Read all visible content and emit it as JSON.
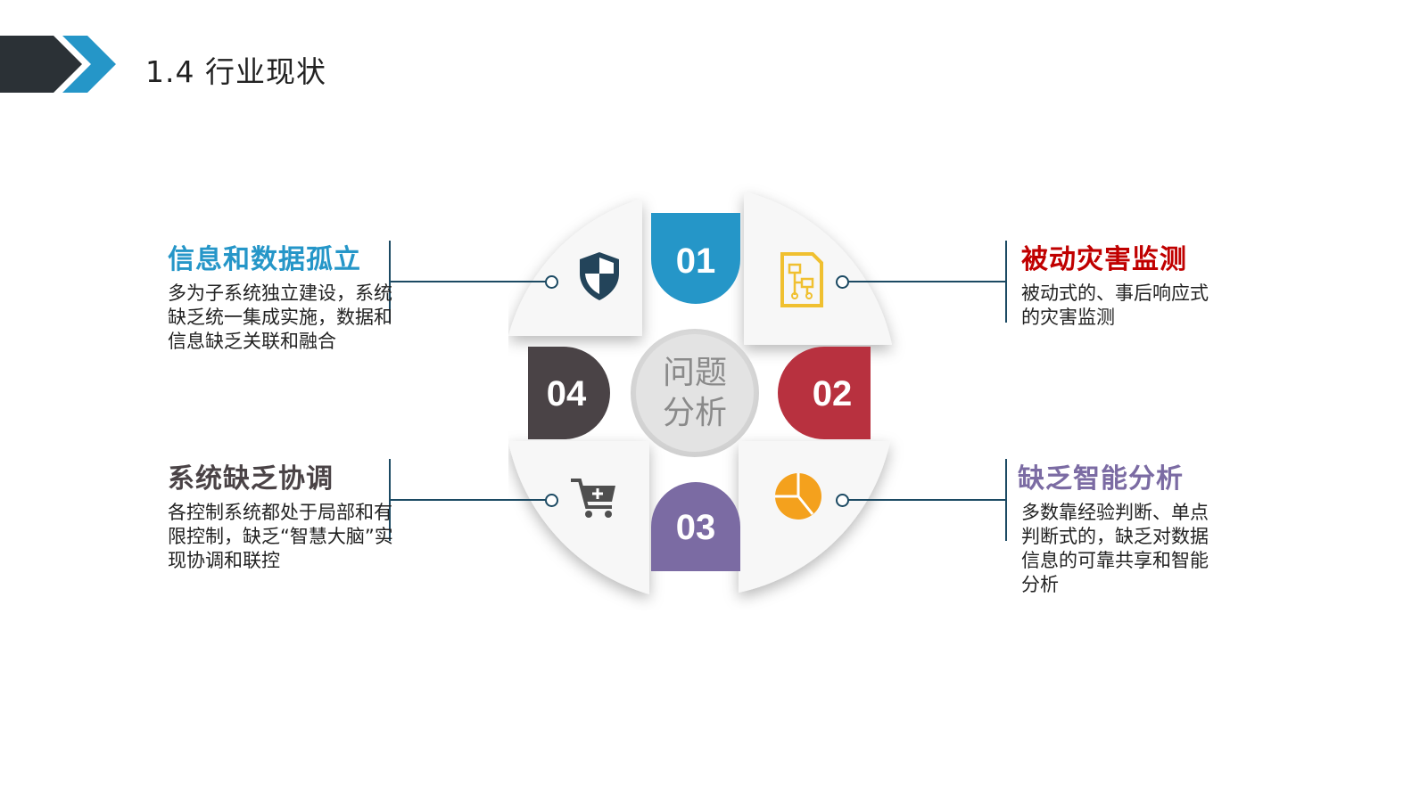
{
  "header": {
    "title": "1.4 行业现状"
  },
  "center": {
    "line1": "问题",
    "line2": "分析"
  },
  "colors": {
    "blue": "#2596c8",
    "red": "#b8313f",
    "purple": "#7b6ba3",
    "dark": "#4a4346",
    "orange": "#f4a11d",
    "shield": "#23445a",
    "doc": "#f0c030",
    "cart": "#4f4f4f"
  },
  "segments": [
    {
      "number": "01",
      "color": "#2596c8"
    },
    {
      "number": "02",
      "color": "#b8313f"
    },
    {
      "number": "03",
      "color": "#7b6ba3"
    },
    {
      "number": "04",
      "color": "#4a4346"
    }
  ],
  "icons": {
    "top_left": "shield-icon",
    "top_right": "flowchart-document-icon",
    "bottom_left": "shopping-cart-icon",
    "bottom_right": "pie-chart-icon"
  },
  "items": {
    "top_left": {
      "title": "信息和数据孤立",
      "color": "#2596c8",
      "text": "多为子系统独立建设，系统缺乏统一集成实施，数据和信息缺乏关联和融合"
    },
    "bottom_left": {
      "title": "系统缺乏协调",
      "color": "#4a4346",
      "text": "各控制系统都处于局部和有限控制，缺乏“智慧大脑”实现协调和联控"
    },
    "top_right": {
      "title": "被动灾害监测",
      "color": "#c00000",
      "text": "被动式的、事后响应式的灾害监测"
    },
    "bottom_right": {
      "title": "缺乏智能分析",
      "color": "#7b6ba3",
      "text": "多数靠经验判断、单点判断式的，缺乏对数据信息的可靠共享和智能分析"
    }
  }
}
